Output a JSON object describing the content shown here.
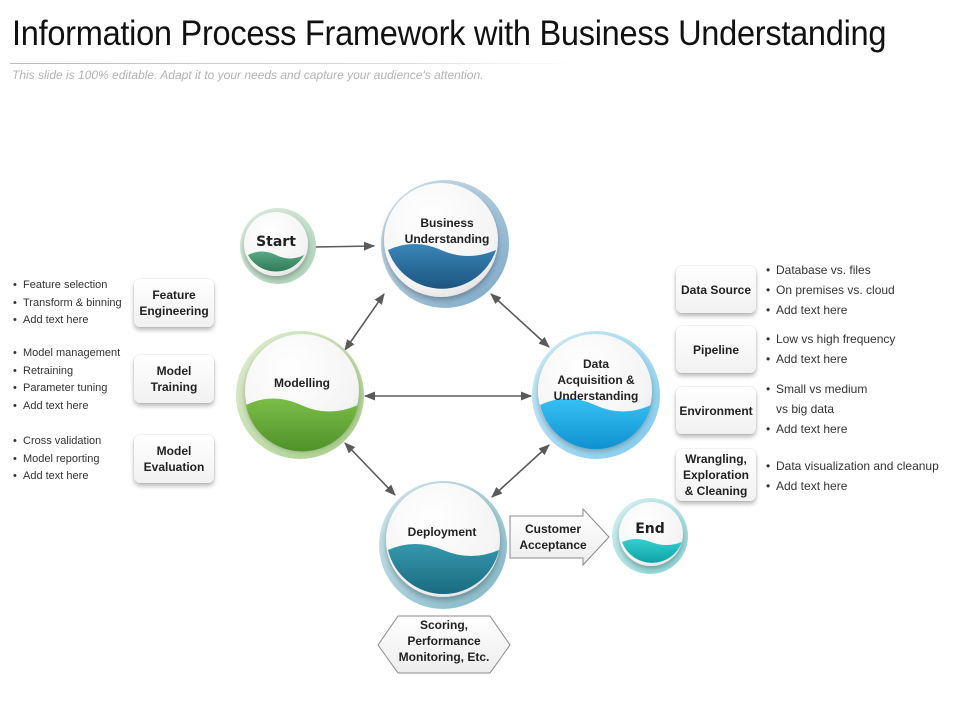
{
  "header": {
    "title": "Information Process Framework with Business Understanding",
    "subtitle": "This slide is 100% editable. Adapt it to your needs and capture your audience's attention."
  },
  "nodes": {
    "start": "Start",
    "business": [
      "Business",
      "Understanding"
    ],
    "modelling": "Modelling",
    "data": [
      "Data",
      "Acquisition &",
      "Understanding"
    ],
    "deployment": "Deployment",
    "end": "End"
  },
  "left_boxes": [
    {
      "lines": [
        "Feature",
        "Engineering"
      ],
      "bullets": [
        "Feature selection",
        "Transform  & binning",
        "Add text here"
      ]
    },
    {
      "lines": [
        "Model",
        "Training"
      ],
      "bullets": [
        "Model management",
        "Retraining",
        "Parameter tuning",
        "Add text here"
      ]
    },
    {
      "lines": [
        "Model",
        "Evaluation"
      ],
      "bullets": [
        "Cross validation",
        "Model reporting",
        "Add text here"
      ]
    }
  ],
  "right_boxes": [
    {
      "lines": [
        "Data Source"
      ],
      "bullets": [
        [
          "Database vs. files"
        ],
        [
          "On premises vs. cloud"
        ],
        [
          "Add text here"
        ]
      ]
    },
    {
      "lines": [
        "Pipeline"
      ],
      "bullets": [
        [
          "Low vs high frequency"
        ],
        [
          "Add text here"
        ]
      ]
    },
    {
      "lines": [
        "Environment"
      ],
      "bullets": [
        [
          "Small vs medium",
          "vs big data"
        ],
        [
          "Add text here"
        ]
      ]
    },
    {
      "lines": [
        "Wrangling,",
        "Exploration",
        "& Cleaning"
      ],
      "bullets": [
        [
          "Data visualization and cleanup"
        ],
        [
          "Add text here"
        ]
      ]
    }
  ],
  "customer_acceptance": [
    "Customer",
    "Acceptance"
  ],
  "scoring": [
    "Scoring,",
    "Performance",
    "Monitoring, Etc."
  ],
  "colors": {
    "blue_dark": "#23648f",
    "green": "#5aa232",
    "cyan": "#10a7e6",
    "teal": "#217d94",
    "start_green": "#3d8a6a",
    "end_teal": "#13b4b8"
  }
}
